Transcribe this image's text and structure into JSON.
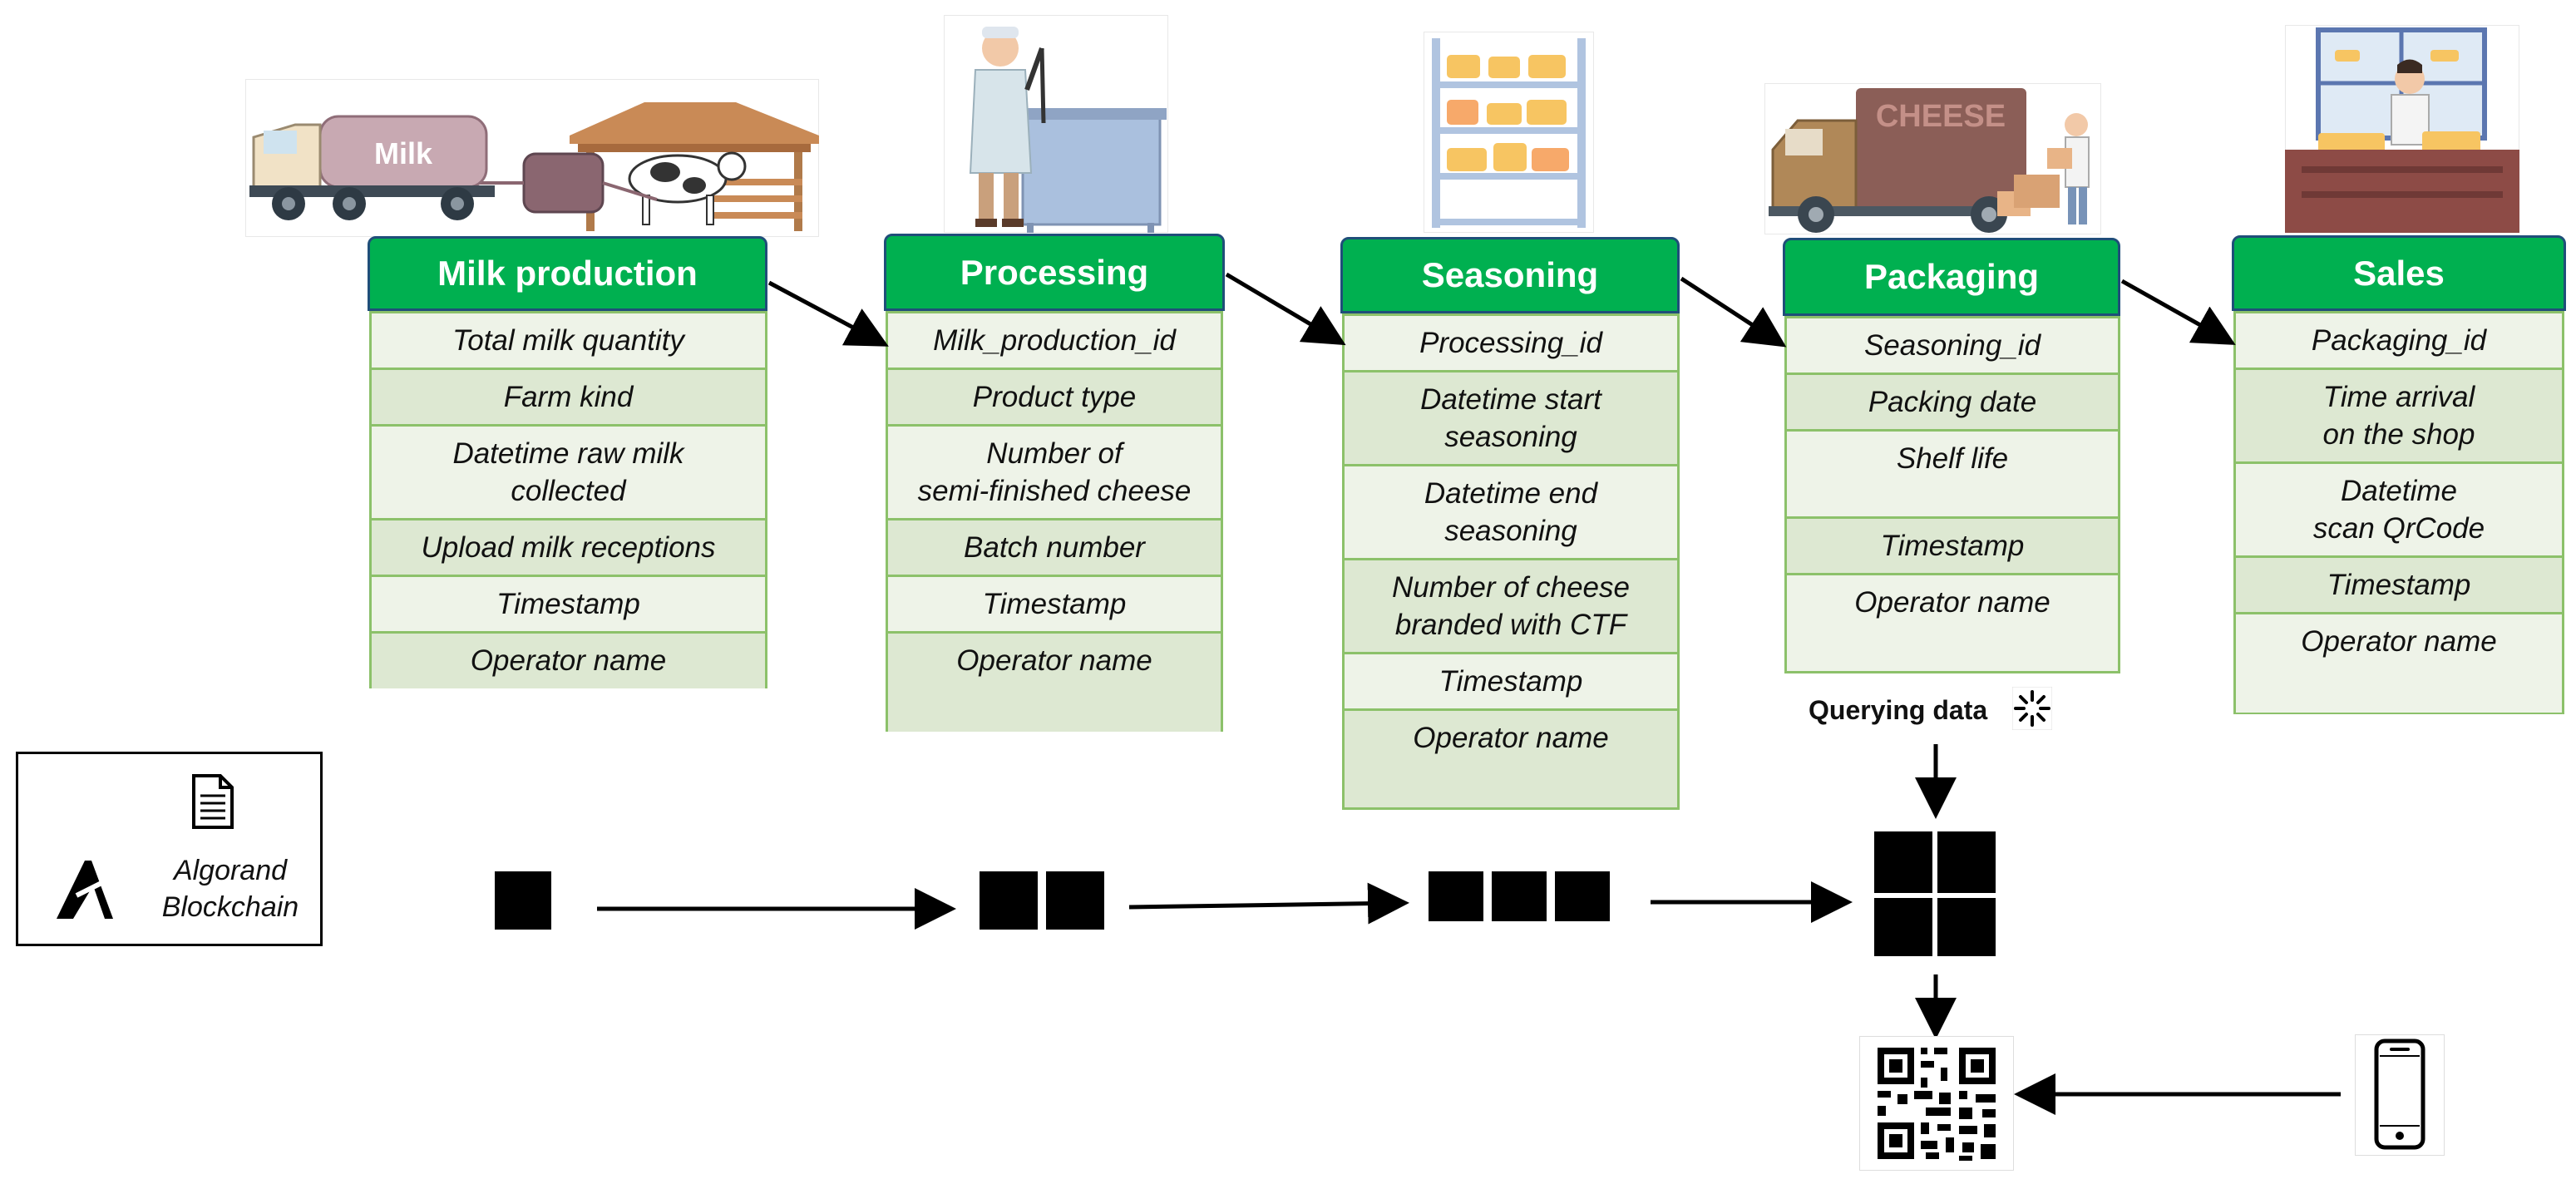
{
  "stages": [
    {
      "title": "Milk production",
      "fields": [
        "Total milk quantity",
        "Farm kind",
        "Datetime raw milk\ncollected",
        "Upload milk receptions",
        "Timestamp",
        "Operator name"
      ]
    },
    {
      "title": "Processing",
      "fields": [
        "Milk_production_id",
        "Product type",
        "Number of\nsemi-finished cheese",
        "Batch number",
        "Timestamp",
        "Operator name"
      ]
    },
    {
      "title": "Seasoning",
      "fields": [
        "Processing_id",
        "Datetime start\nseasoning",
        "Datetime end\nseasoning",
        "Number of cheese\nbranded with CTF",
        "Timestamp",
        "Operator name"
      ]
    },
    {
      "title": "Packaging",
      "fields": [
        "Seasoning_id",
        "Packing date",
        "Shelf life",
        "Timestamp",
        "Operator name"
      ]
    },
    {
      "title": "Sales",
      "fields": [
        "Packaging_id",
        "Time arrival\non the shop",
        "Datetime\nscan QrCode",
        "Timestamp",
        "Operator name"
      ]
    }
  ],
  "illustrations": {
    "milk_truck_label": "Milk",
    "cheese_truck_label": "CHEESE"
  },
  "legend": {
    "label": "Algorand\nBlockchain"
  },
  "query": {
    "label": "Querying data"
  },
  "chain_blocks": [
    1,
    2,
    3,
    4
  ],
  "colors": {
    "header_green": "#00b050",
    "header_border": "#1f4e79",
    "row_border": "#8cc16a",
    "row_light": "#eef3e8",
    "row_dark": "#dde8d2"
  }
}
